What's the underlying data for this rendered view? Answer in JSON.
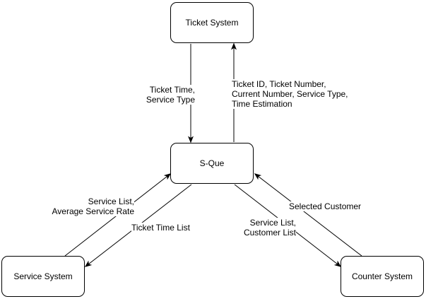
{
  "nodes": {
    "ticket_system": "Ticket System",
    "s_que": "S-Que",
    "service_system": "Service System",
    "counter_system": "Counter System"
  },
  "edges": {
    "sque_from_ticket": [
      "Ticket Time,",
      "Service Type"
    ],
    "ticket_from_sque": [
      "Ticket ID, Ticket Number,",
      "Current Number, Service Type,",
      "Time Estimation"
    ],
    "service_to_sque": [
      "Service List,",
      "Average Service Rate"
    ],
    "sque_to_service": [
      "Ticket Time List"
    ],
    "sque_to_counter": [
      "Service List,",
      "Customer List"
    ],
    "counter_to_sque": [
      "Selected Customer"
    ]
  },
  "colors": {
    "stroke": "#000000",
    "background": "#ffffff"
  }
}
